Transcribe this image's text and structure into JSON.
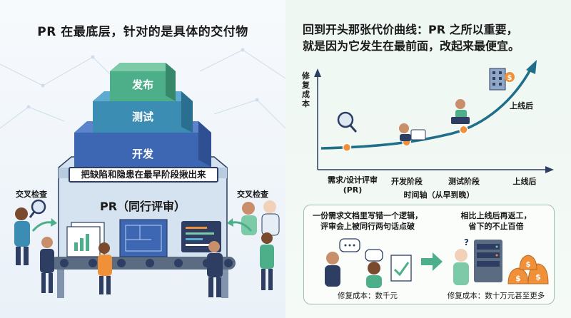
{
  "left_panel": {
    "title": "PR 在最底层，针对的是具体的交付物",
    "pyramid": {
      "levels": [
        "发布",
        "测试",
        "开发"
      ],
      "banner": "把缺陷和隐患在最早阶段揪出来",
      "base_label": "PR（同行评审）"
    },
    "cross_check_left": "交叉检查",
    "cross_check_right": "交叉检查",
    "colors": {
      "top": "#4caf8a",
      "middle": "#3b8db4",
      "bottom": "#3d66b3",
      "base": "#c8d8ea",
      "navy": "#2d3e62"
    }
  },
  "right_panel": {
    "title_lines": [
      "回到开头那张代价曲线：PR 之所以重要，",
      "就是因为它发生在最前面，改起来最便宜。"
    ],
    "chart_data": {
      "type": "line",
      "ylabel": "修复成本",
      "xlabel": "时间轴（从早到晚）",
      "categories": [
        "需求/设计评审\n(PR)",
        "开发阶段",
        "测试阶段",
        "上线后"
      ],
      "milestones_on_curve": 4,
      "line_label": "上线后",
      "line_color": "#1f6f8b",
      "marker_color": "#f0913a"
    },
    "comparison": {
      "left_note": [
        "一份需求文档里写错一个逻辑，",
        "评审会上被同行两句话点破"
      ],
      "left_cost": "修复成本：数千元",
      "right_note": [
        "相比上线后再返工，",
        "省下的不止百倍"
      ],
      "right_cost": "修复成本：数十万元甚至更多",
      "arrow_color": "#4caf8a"
    }
  }
}
